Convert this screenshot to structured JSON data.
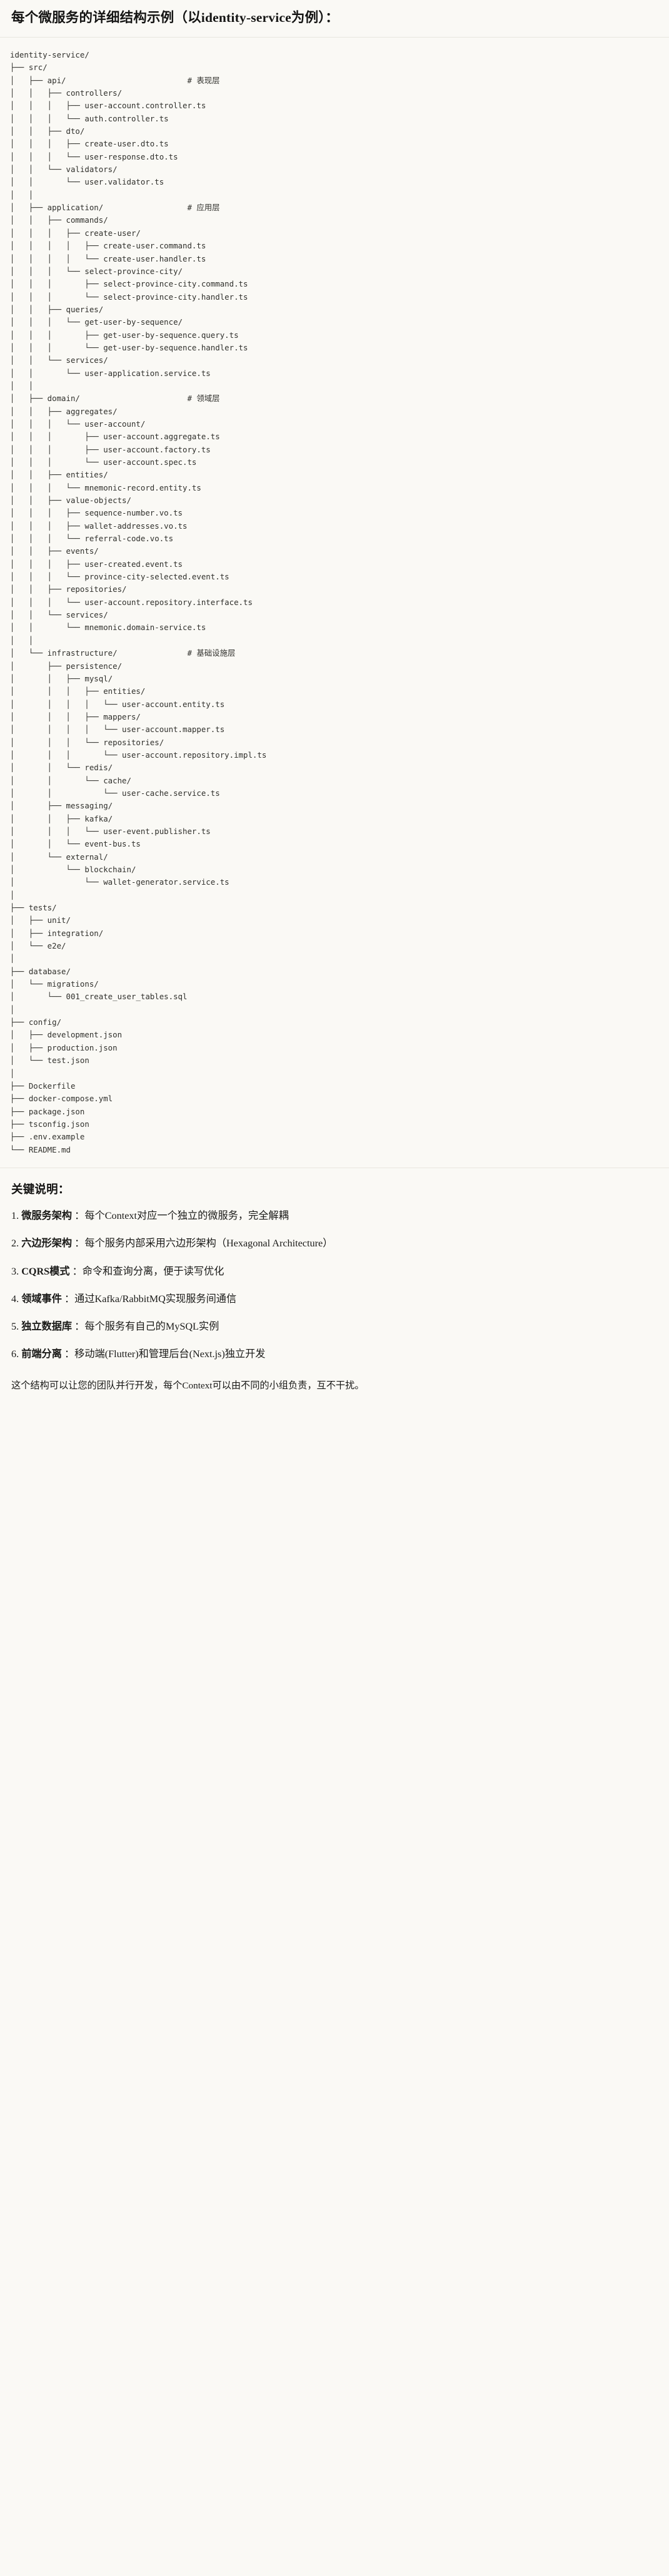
{
  "document": {
    "title": "每个微服务的详细结构示例（以identity-service为例）："
  },
  "tree": {
    "root": "identity-service/",
    "text": "identity-service/\n├── src/\n│   ├── api/                          # 表现层\n│   │   ├── controllers/\n│   │   │   ├── user-account.controller.ts\n│   │   │   └── auth.controller.ts\n│   │   ├── dto/\n│   │   │   ├── create-user.dto.ts\n│   │   │   └── user-response.dto.ts\n│   │   └── validators/\n│   │       └── user.validator.ts\n│   │\n│   ├── application/                  # 应用层\n│   │   ├── commands/\n│   │   │   ├── create-user/\n│   │   │   │   ├── create-user.command.ts\n│   │   │   │   └── create-user.handler.ts\n│   │   │   └── select-province-city/\n│   │   │       ├── select-province-city.command.ts\n│   │   │       └── select-province-city.handler.ts\n│   │   ├── queries/\n│   │   │   └── get-user-by-sequence/\n│   │   │       ├── get-user-by-sequence.query.ts\n│   │   │       └── get-user-by-sequence.handler.ts\n│   │   └── services/\n│   │       └── user-application.service.ts\n│   │\n│   ├── domain/                       # 领域层\n│   │   ├── aggregates/\n│   │   │   └── user-account/\n│   │   │       ├── user-account.aggregate.ts\n│   │   │       ├── user-account.factory.ts\n│   │   │       └── user-account.spec.ts\n│   │   ├── entities/\n│   │   │   └── mnemonic-record.entity.ts\n│   │   ├── value-objects/\n│   │   │   ├── sequence-number.vo.ts\n│   │   │   ├── wallet-addresses.vo.ts\n│   │   │   └── referral-code.vo.ts\n│   │   ├── events/\n│   │   │   ├── user-created.event.ts\n│   │   │   └── province-city-selected.event.ts\n│   │   ├── repositories/\n│   │   │   └── user-account.repository.interface.ts\n│   │   └── services/\n│   │       └── mnemonic.domain-service.ts\n│   │\n│   └── infrastructure/               # 基础设施层\n│       ├── persistence/\n│       │   ├── mysql/\n│       │   │   ├── entities/\n│       │   │   │   └── user-account.entity.ts\n│       │   │   ├── mappers/\n│       │   │   │   └── user-account.mapper.ts\n│       │   │   └── repositories/\n│       │   │       └── user-account.repository.impl.ts\n│       │   └── redis/\n│       │       └── cache/\n│       │           └── user-cache.service.ts\n│       ├── messaging/\n│       │   ├── kafka/\n│       │   │   └── user-event.publisher.ts\n│       │   └── event-bus.ts\n│       └── external/\n│           └── blockchain/\n│               └── wallet-generator.service.ts\n│\n├── tests/\n│   ├── unit/\n│   ├── integration/\n│   └── e2e/\n│\n├── database/\n│   └── migrations/\n│       └── 001_create_user_tables.sql\n│\n├── config/\n│   ├── development.json\n│   ├── production.json\n│   └── test.json\n│\n├── Dockerfile\n├── docker-compose.yml\n├── package.json\n├── tsconfig.json\n├── .env.example\n└── README.md",
    "layer_comments": [
      "# 表现层",
      "# 应用层",
      "# 领域层",
      "# 基础设施层"
    ]
  },
  "notes": {
    "heading": "关键说明：",
    "items": [
      {
        "num": "1.",
        "lead": "微服务架构",
        "body": "：每个Context对应一个独立的微服务，完全解耦"
      },
      {
        "num": "2.",
        "lead": "六边形架构",
        "body": "：每个服务内部采用六边形架构（Hexagonal Architecture）"
      },
      {
        "num": "3.",
        "lead": "CQRS模式",
        "body": "：命令和查询分离，便于读写优化"
      },
      {
        "num": "4.",
        "lead": "领域事件",
        "body": "：通过Kafka/RabbitMQ实现服务间通信"
      },
      {
        "num": "5.",
        "lead": "独立数据库",
        "body": "：每个服务有自己的MySQL实例"
      },
      {
        "num": "6.",
        "lead": "前端分离",
        "body": "：移动端(Flutter)和管理后台(Next.js)独立开发"
      }
    ],
    "closing": "这个结构可以让您的团队并行开发，每个Context可以由不同的小组负责，互不干扰。"
  }
}
